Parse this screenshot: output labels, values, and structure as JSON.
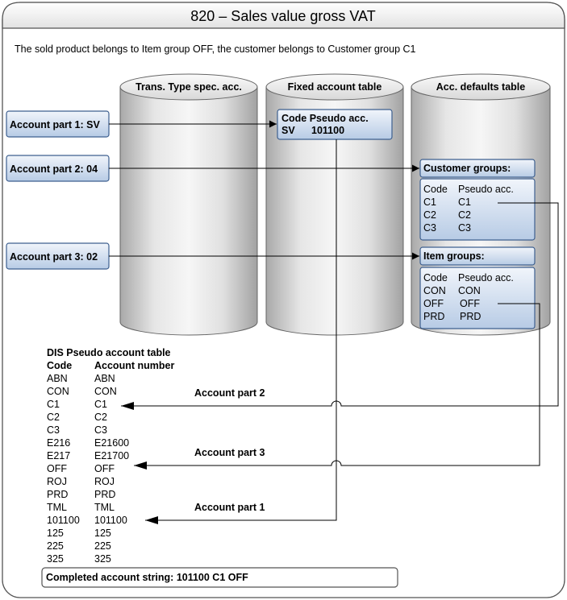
{
  "title": "820 – Sales value gross VAT",
  "subtitle": "The sold product belongs to Item group OFF, the customer belongs to Customer group C1",
  "cylinders": {
    "trans_type": "Trans. Type spec. acc.",
    "fixed": "Fixed account table",
    "acc_defaults": "Acc. defaults table"
  },
  "account_parts": {
    "part1": "Account part 1: SV",
    "part2": "Account part 2: 04",
    "part3": "Account part 3: 02"
  },
  "fixed_table": {
    "header": "Code Pseudo acc.",
    "row_code": "SV",
    "row_value": "101100"
  },
  "customer_groups": {
    "title": "Customer groups:",
    "header_code": "Code",
    "header_value": "Pseudo acc.",
    "rows": [
      {
        "code": "C1",
        "value": "C1"
      },
      {
        "code": "C2",
        "value": "C2"
      },
      {
        "code": "C3",
        "value": "C3"
      }
    ]
  },
  "item_groups": {
    "title": "Item groups:",
    "header_code": "Code",
    "header_value": "Pseudo acc.",
    "rows": [
      {
        "code": "CON",
        "value": "CON"
      },
      {
        "code": "OFF",
        "value": "OFF"
      },
      {
        "code": "PRD",
        "value": "PRD"
      }
    ]
  },
  "dis_table": {
    "title": "DIS Pseudo account table",
    "header_code": "Code",
    "header_value": "Account number",
    "rows": [
      {
        "code": "ABN",
        "value": "ABN"
      },
      {
        "code": "CON",
        "value": "CON"
      },
      {
        "code": "C1",
        "value": "C1"
      },
      {
        "code": "C2",
        "value": "C2"
      },
      {
        "code": "C3",
        "value": "C3"
      },
      {
        "code": "E216",
        "value": "E21600"
      },
      {
        "code": "E217",
        "value": "E21700"
      },
      {
        "code": "OFF",
        "value": "OFF"
      },
      {
        "code": "ROJ",
        "value": "ROJ"
      },
      {
        "code": "PRD",
        "value": "PRD"
      },
      {
        "code": "TML",
        "value": "TML"
      },
      {
        "code": "101100",
        "value": "101100"
      },
      {
        "code": "125",
        "value": "125"
      },
      {
        "code": "225",
        "value": "225"
      },
      {
        "code": "325",
        "value": "325"
      }
    ]
  },
  "arrow_labels": {
    "part2": "Account part 2",
    "part3": "Account part 3",
    "part1": "Account part 1"
  },
  "result": "Completed account string: 101100 C1 OFF",
  "colors": {
    "box_fill_top": "#eef3fa",
    "box_fill_bottom": "#b9cce6",
    "box_stroke": "#3d5f8f",
    "cylinder_light": "#f4f4f4",
    "cylinder_dark": "#b3b3b3"
  }
}
